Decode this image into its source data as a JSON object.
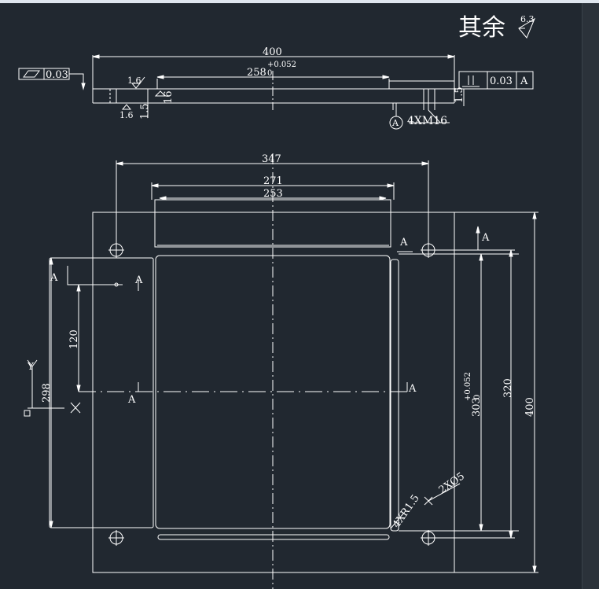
{
  "colors": {
    "background": "#212830",
    "geometry": "#ffffff",
    "top_bar": "#dfe6ee",
    "scrollbar_track": "#2b323a",
    "scrollbar_border": "#3a424b"
  },
  "surface_finish": {
    "note": "其余",
    "value": "6.3"
  },
  "side_view": {
    "flatness_value": "0.03",
    "dim_overall": "400",
    "dim_pocket": "258",
    "dim_pocket_tol_upper": "+0.052",
    "dim_pocket_tol_lower": "0",
    "rough_top": "1.6",
    "rough_bottom": "1.6",
    "dim_thickness_a": "1.5",
    "dim_thickness_b": "1.5",
    "dim_depth": "16",
    "parallel_value": "0.03",
    "parallel_datum": "A",
    "datum_circle": "A",
    "thread_note": "4XM16"
  },
  "plan_view": {
    "dim_hole_spacing": "347",
    "dim_pocket_outer": "271",
    "dim_pocket_inner": "253",
    "dim_height_inner": "303",
    "dim_height_inner_tol_upper": "+0.052",
    "dim_height_inner_tol_lower": "0",
    "dim_height_holes": "320",
    "dim_height_total": "400",
    "dim_left_height": "298",
    "dim_offset": "120",
    "fillet_note": "4XR1.5",
    "hole_note": "2XØ5",
    "section_labels": [
      "A",
      "A",
      "A",
      "A",
      "A",
      "A"
    ]
  },
  "ucs": {
    "y_label": "Y"
  }
}
